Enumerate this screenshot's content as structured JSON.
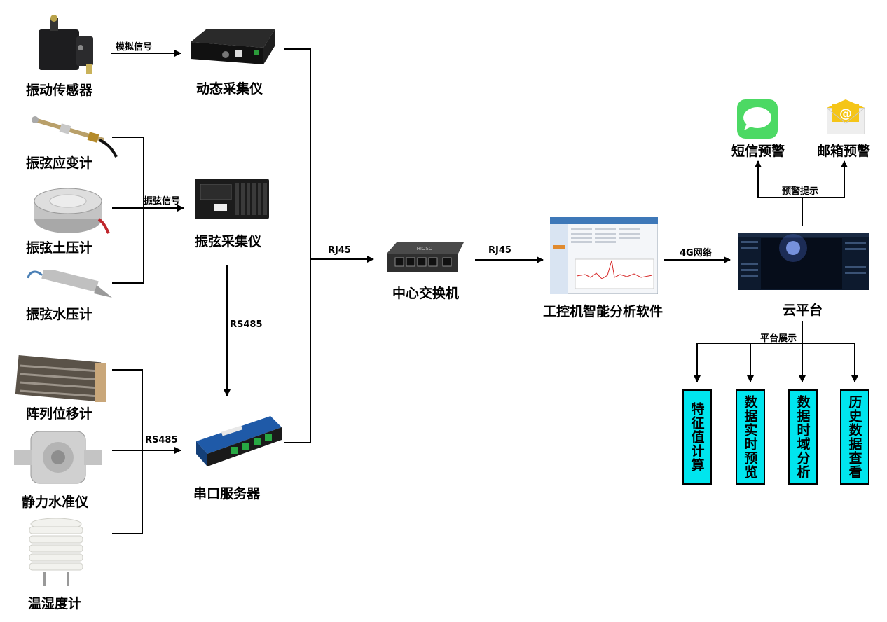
{
  "sensors": {
    "vibration": "振动传感器",
    "strain": "振弦应变计",
    "earth_pressure": "振弦土压计",
    "water_pressure": "振弦水压计",
    "displacement": "阵列位移计",
    "level": "静力水准仪",
    "temp_humidity": "温湿度计"
  },
  "collectors": {
    "dynamic": "动态采集仪",
    "vibrating_wire": "振弦采集仪",
    "serial_server": "串口服务器"
  },
  "edges": {
    "analog_signal": "模拟信号",
    "vw_signal": "振弦信号",
    "rs485_vertical": "RS485",
    "rs485_left": "RS485",
    "rj45_in": "RJ45",
    "rj45_out": "RJ45",
    "net_4g": "4G网络",
    "alert_hint": "预警提示",
    "platform_show": "平台展示"
  },
  "center": {
    "switch": "中心交换机",
    "software": "工控机智能分析软件",
    "cloud": "云平台"
  },
  "alerts": {
    "sms": "短信预警",
    "email": "邮箱预警"
  },
  "features": [
    "特征值计算",
    "数据实时预览",
    "数据时域分析",
    "历史数据查看"
  ],
  "colors": {
    "feature_box": "#00e5ee",
    "sms_icon": "#4cd964",
    "email_icon": "#f5c518"
  }
}
